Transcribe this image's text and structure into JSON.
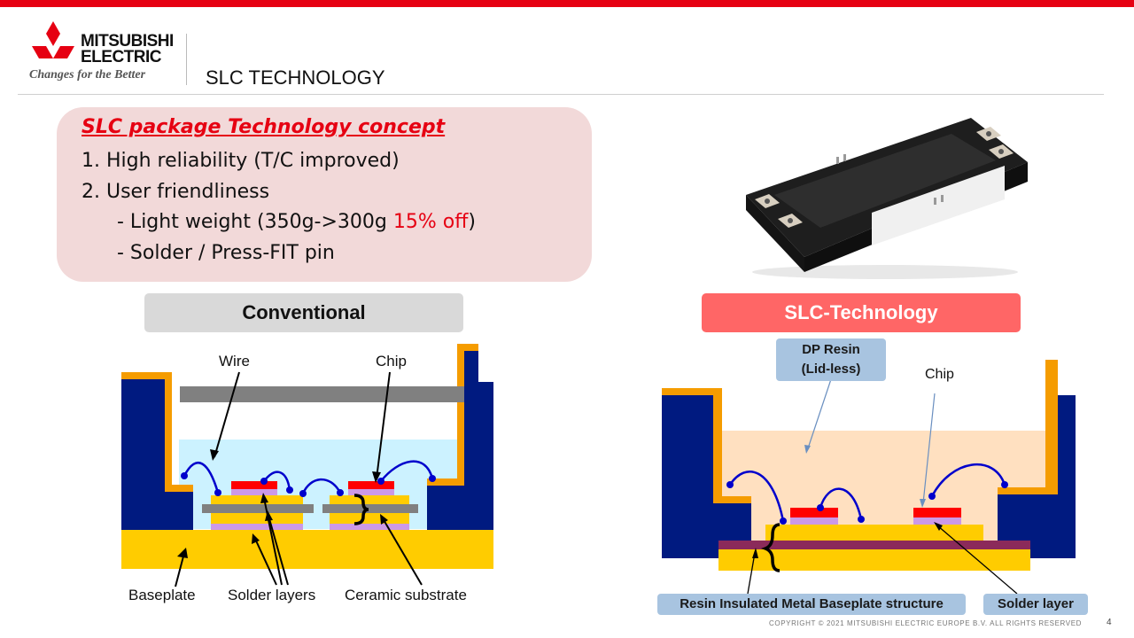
{
  "header": {
    "brand_line1": "MITSUBISHI",
    "brand_line2": "ELECTRIC",
    "tagline": "Changes for the Better",
    "slide_title": "SLC TECHNOLOGY"
  },
  "concept": {
    "heading": "SLC package Technology concept",
    "item1": "1. High reliability (T/C improved)",
    "item2": "2. User friendliness",
    "sub1_prefix": "- Light weight  (350g->300g ",
    "sub1_highlight": "15% off",
    "sub1_suffix": ")",
    "sub2": "- Solder / Press-FIT pin"
  },
  "conventional": {
    "title": "Conventional",
    "labels": {
      "wire": "Wire",
      "chip": "Chip",
      "baseplate": "Baseplate",
      "solder_layers": "Solder layers",
      "ceramic_substrate": "Ceramic substrate"
    }
  },
  "slc": {
    "title": "SLC-Technology",
    "labels": {
      "dp_resin_line1": "DP Resin",
      "dp_resin_line2": "(Lid-less)",
      "chip": "Chip",
      "rimb": "Resin Insulated Metal Baseplate structure",
      "solder_layer": "Solder layer"
    }
  },
  "footer": {
    "copyright": "COPYRIGHT  © 2021  MITSUBISHI  ELECTRIC  EUROPE  B.V.  ALL  RIGHTS  RESERVED",
    "page_number": "4"
  },
  "colors": {
    "brand_red": "#e60012",
    "navy": "#001a80",
    "orange": "#f59c00",
    "yellow": "#ffcc00",
    "grey": "#808080",
    "lavender": "#cc99e6",
    "chip_red": "#ff0000",
    "wire_blue": "#0000cc",
    "gel": "#ccf2ff",
    "resin": "#ffe0c0",
    "insulation": "#8b2a5a"
  }
}
